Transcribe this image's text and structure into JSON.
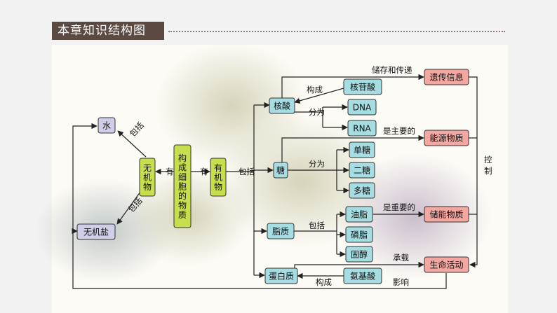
{
  "header": {
    "title": "本章知识结构图"
  },
  "colors": {
    "green": "#c7df4d",
    "cyan": "#a5dde2",
    "lavender": "#cfcde8",
    "pink": "#f4a7a0",
    "border": "#333333"
  },
  "nodes": {
    "water": "水",
    "inorganic_salt": "无机盐",
    "inorganic": "无机物",
    "cell_substance": "构成细胞的物质",
    "organic": "有机物",
    "nucleic_acid": "核酸",
    "sugar": "糖",
    "lipid": "脂质",
    "protein": "蛋白质",
    "nucleotide": "核苷酸",
    "dna": "DNA",
    "rna": "RNA",
    "monosaccharide": "单糖",
    "disaccharide": "二糖",
    "polysaccharide": "多糖",
    "fat": "油脂",
    "phospholipid": "磷脂",
    "sterol": "固醇",
    "amino_acid": "氨基酸",
    "genetic_info": "遗传信息",
    "energy_substance": "能源物质",
    "storage_substance": "储能物质",
    "life_activity": "生命活动"
  },
  "labels": {
    "include_water": "包括",
    "include_salt": "包括",
    "have_1": "有",
    "have_2": "有",
    "include_main": "包括",
    "store_transfer": "储存和传递",
    "compose_nucleic": "构成",
    "divide_nucleic": "分为",
    "is_main": "是主要的",
    "divide_sugar": "分为",
    "is_important": "是重要的",
    "include_lipid": "包括",
    "carry": "承载",
    "compose_protein": "构成",
    "affect": "影响",
    "control": "控制"
  }
}
